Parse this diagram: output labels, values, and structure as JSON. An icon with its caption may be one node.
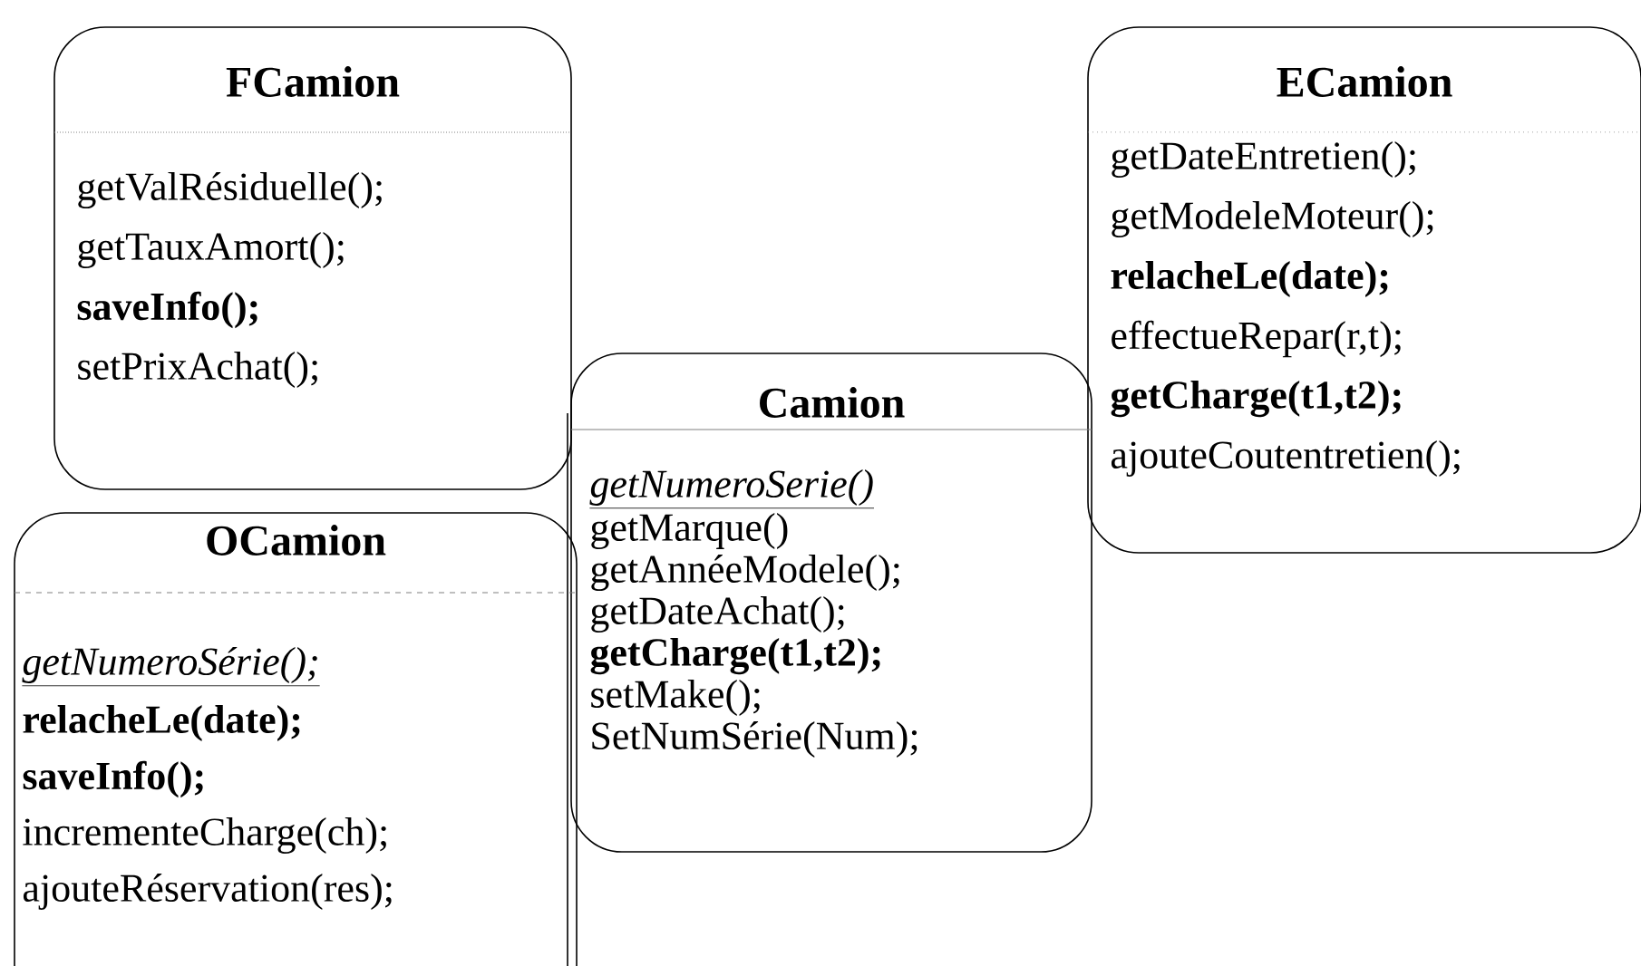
{
  "diagram": {
    "nodes": [
      {
        "text": [
          "FCamion",
          "getValRésiduelle();",
          "getTauxAmort();",
          "**saveInfo();**",
          "setPrixAchat();"
        ]
      },
      {
        "text": [
          "ECamion",
          "getDateEntretien();",
          "getModeleMoteur();",
          "**relacheLe(date);**",
          "effectueRepar(r,t);",
          "**getCharge(t1,t2);**",
          "ajouteCoutentretien();"
        ]
      },
      {
        "text": [
          "Camion",
          "*getNumeroSerie()*",
          "getMarque()",
          "getAnnéeModele();",
          "getDateAchat();",
          "**getCharge(t1,t2);**",
          "setMake();",
          "SetNumSérie(Num);"
        ]
      },
      {
        "text": [
          "OCamion",
          "*getNumeroSérie();*",
          "**relacheLe(date);**",
          "**saveInfo();**",
          "incrementeCharge(ch);",
          "ajouteRéservation(res);"
        ]
      }
    ]
  }
}
